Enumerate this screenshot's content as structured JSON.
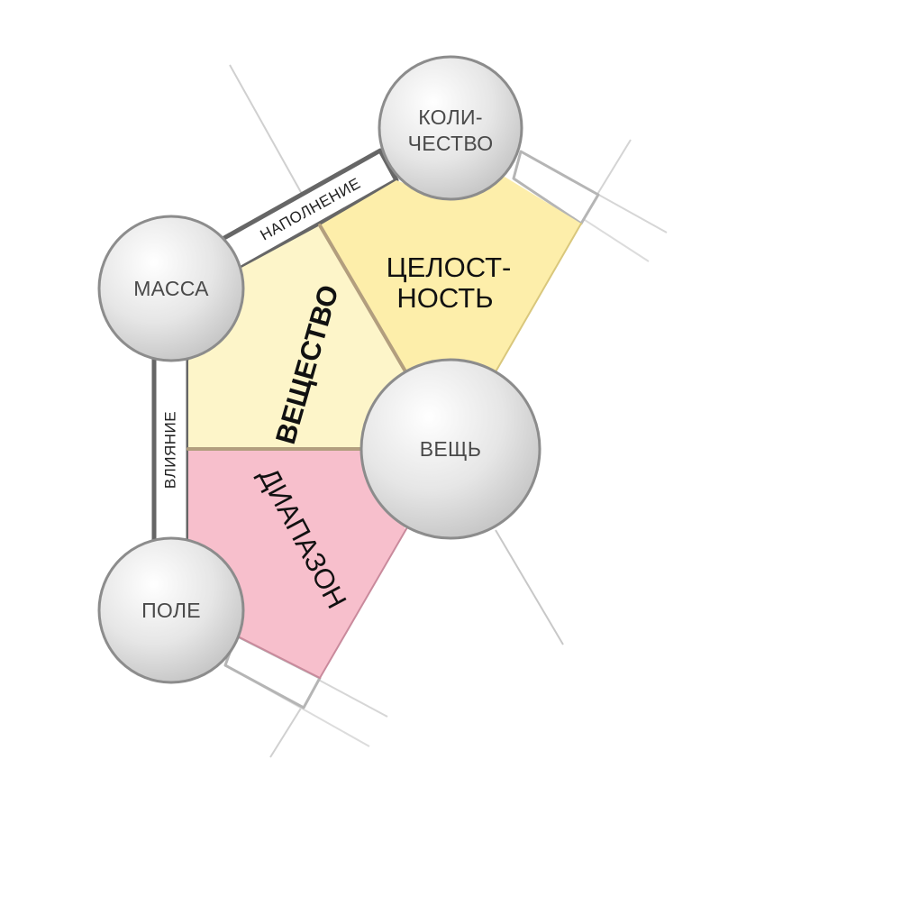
{
  "diagram": {
    "nodes": {
      "kolichestvo": {
        "line1": "КОЛИ-",
        "line2": "ЧЕСТВО"
      },
      "massa": {
        "label": "МАССА"
      },
      "veshch": {
        "label": "ВЕЩЬ"
      },
      "pole": {
        "label": "ПОЛЕ"
      }
    },
    "regions": {
      "veshchestvo": {
        "label": "ВЕЩЕСТВО",
        "color": "#fdf5c9"
      },
      "celostnost": {
        "line1": "ЦЕЛОСТ-",
        "line2": "НОСТЬ",
        "color": "#fdeeaa"
      },
      "diapazon": {
        "label": "ДИАПАЗОН",
        "color": "#f7bfcc"
      }
    },
    "bands": {
      "napolnenie": {
        "label": "НАПОЛНЕНИЕ"
      },
      "vliyanie": {
        "label": "ВЛИЯНИЕ"
      }
    }
  }
}
